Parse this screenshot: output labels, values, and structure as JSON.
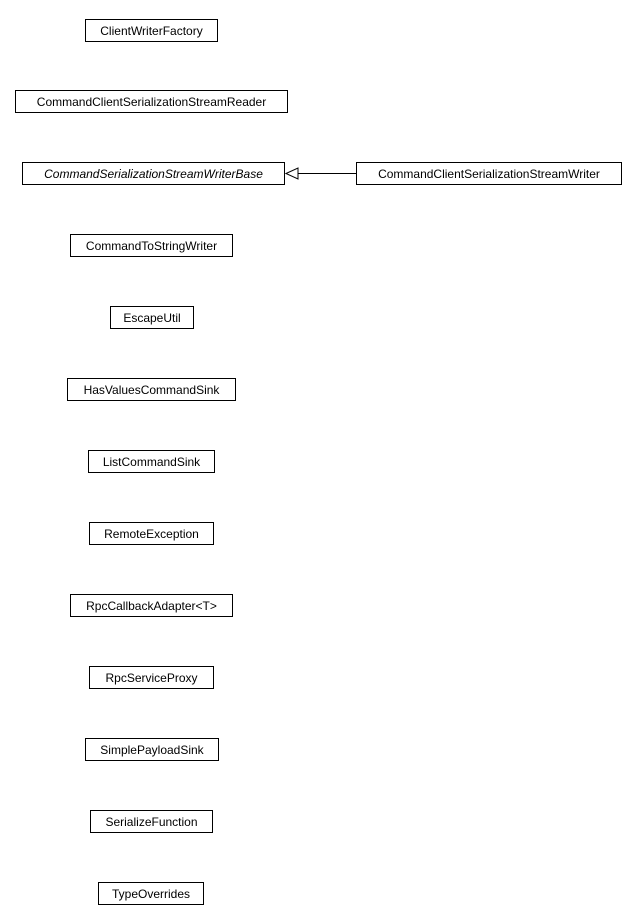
{
  "diagram": {
    "background_color": "#ffffff",
    "box_border_color": "#000000",
    "box_fill_color": "#ffffff",
    "text_color": "#000000",
    "nodes": [
      {
        "label": "ClientWriterFactory"
      },
      {
        "label": "CommandClientSerializationStreamReader"
      },
      {
        "label": "CommandSerializationStreamWriterBase",
        "abstract": true
      },
      {
        "label": "CommandClientSerializationStreamWriter"
      },
      {
        "label": "CommandToStringWriter"
      },
      {
        "label": "EscapeUtil"
      },
      {
        "label": "HasValuesCommandSink"
      },
      {
        "label": "ListCommandSink"
      },
      {
        "label": "RemoteException"
      },
      {
        "label": "RpcCallbackAdapter<T>"
      },
      {
        "label": "RpcServiceProxy"
      },
      {
        "label": "SimplePayloadSink"
      },
      {
        "label": "SerializeFunction"
      },
      {
        "label": "TypeOverrides"
      }
    ],
    "edges": [
      {
        "type": "generalization",
        "from": "CommandClientSerializationStreamWriter",
        "to": "CommandSerializationStreamWriterBase",
        "arrowhead": "hollow-triangle"
      }
    ]
  }
}
